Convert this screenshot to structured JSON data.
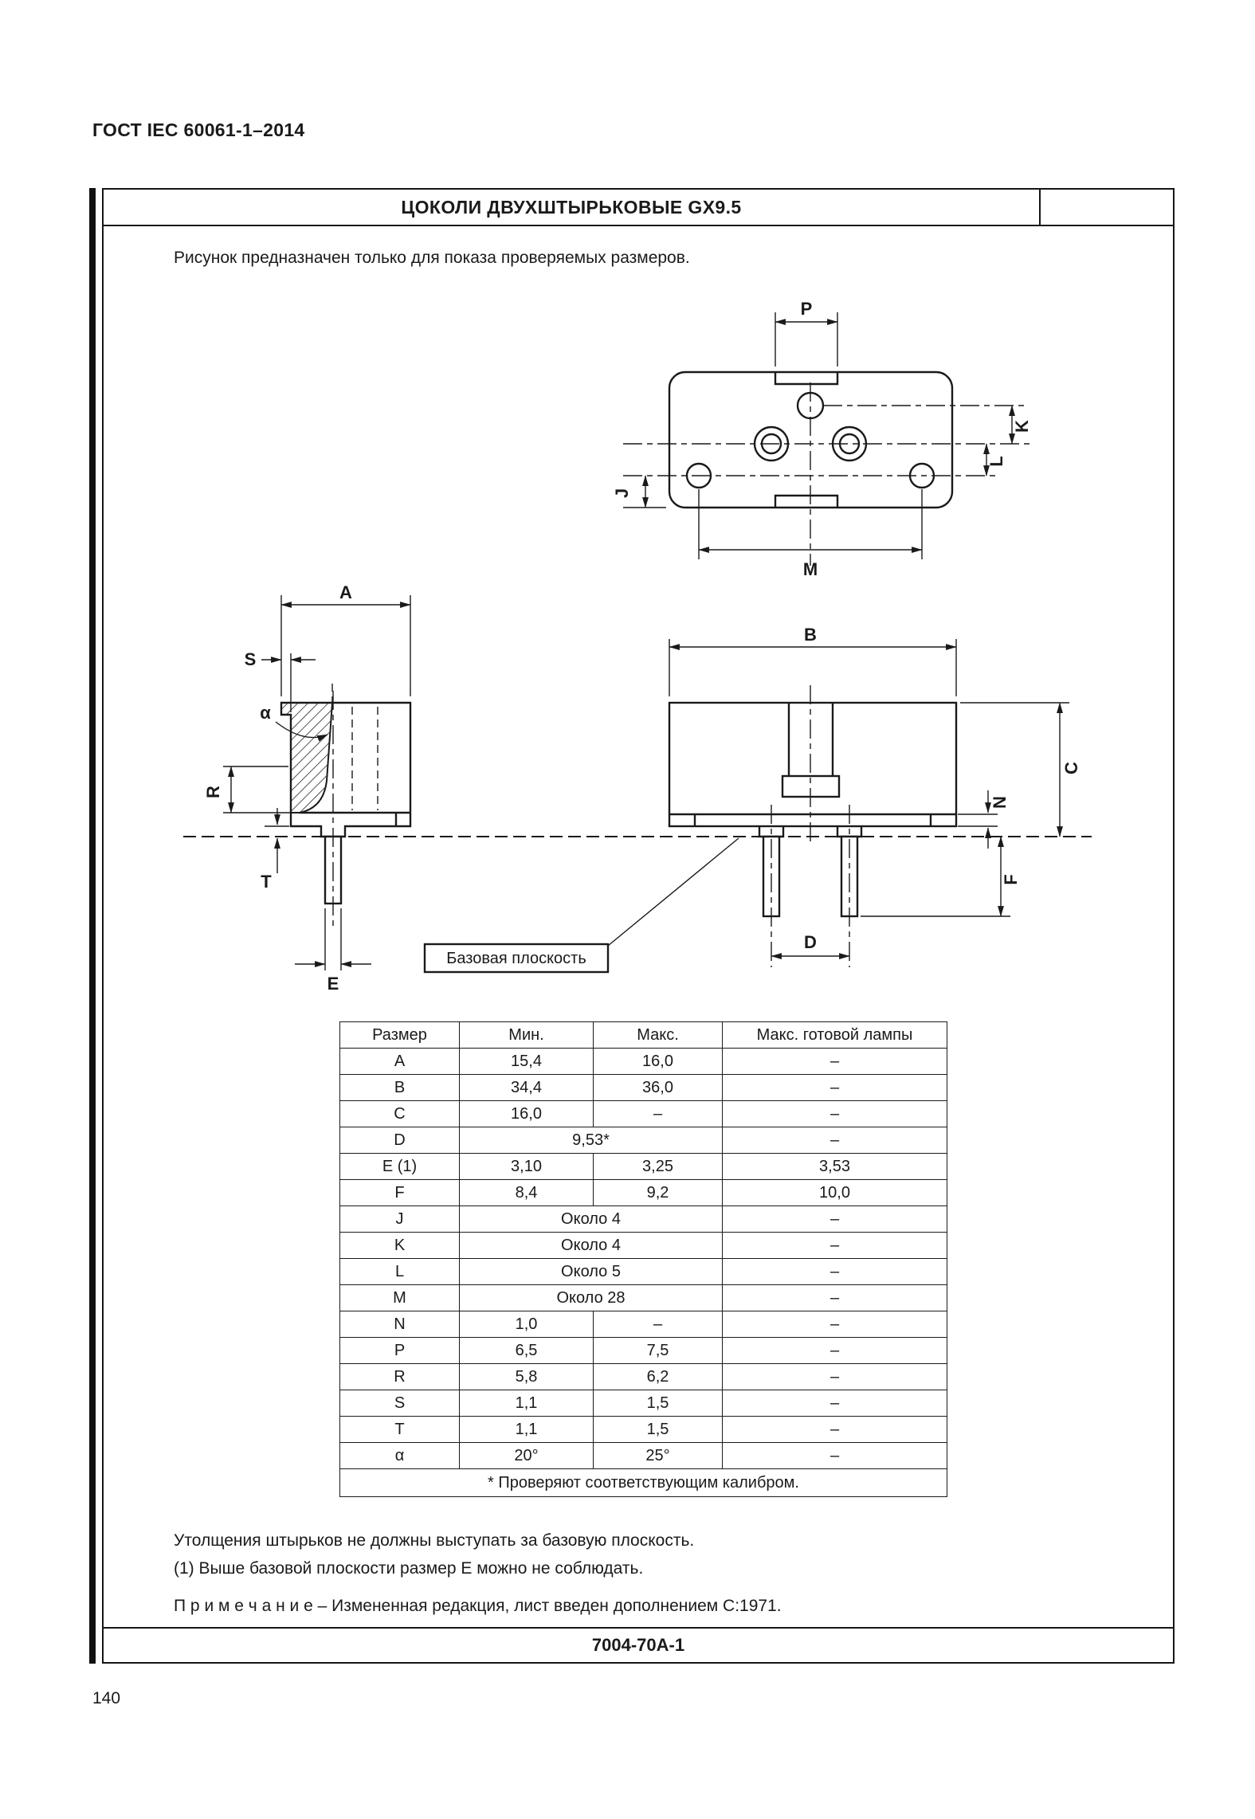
{
  "page": {
    "header": "ГОСТ IEC 60061-1–2014",
    "page_number": "140"
  },
  "sheet": {
    "title": "ЦОКОЛИ ДВУХШТЫРЬКОВЫЕ GX9.5",
    "intro": "Рисунок предназначен только для показа проверяемых размеров.",
    "baseline_label": "Базовая плоскость",
    "sheet_code": "7004-70A-1"
  },
  "dims": {
    "p": "P",
    "k": "K",
    "l": "L",
    "j": "J",
    "m": "M",
    "a": "A",
    "s": "S",
    "alpha": "α",
    "r": "R",
    "t": "T",
    "e": "E",
    "b": "B",
    "c": "C",
    "n": "N",
    "d": "D",
    "f": "F"
  },
  "table": {
    "headers": [
      "Размер",
      "Мин.",
      "Макс.",
      "Макс. готовой лампы"
    ],
    "rows": [
      [
        "A",
        "15,4",
        "16,0",
        "–"
      ],
      [
        "B",
        "34,4",
        "36,0",
        "–"
      ],
      [
        "C",
        "16,0",
        "–",
        "–"
      ],
      [
        "D",
        {
          "t": "9,53*",
          "span": 2
        },
        "–"
      ],
      [
        "E (1)",
        "3,10",
        "3,25",
        "3,53"
      ],
      [
        "F",
        "8,4",
        "9,2",
        "10,0"
      ],
      [
        "J",
        {
          "t": "Около 4",
          "span": 2
        },
        "–"
      ],
      [
        "K",
        {
          "t": "Около 4",
          "span": 2
        },
        "–"
      ],
      [
        "L",
        {
          "t": "Около 5",
          "span": 2
        },
        "–"
      ],
      [
        "M",
        {
          "t": "Около 28",
          "span": 2
        },
        "–"
      ],
      [
        "N",
        "1,0",
        "–",
        "–"
      ],
      [
        "P",
        "6,5",
        "7,5",
        "–"
      ],
      [
        "R",
        "5,8",
        "6,2",
        "–"
      ],
      [
        "S",
        "1,1",
        "1,5",
        "–"
      ],
      [
        "T",
        "1,1",
        "1,5",
        "–"
      ],
      [
        "α",
        "20°",
        "25°",
        "–"
      ]
    ],
    "footnote": "* Проверяют соответствующим калибром."
  },
  "notes": {
    "note1": "Утолщения штырьков не должны выступать за базовую плоскость.",
    "note2": "(1) Выше базовой плоскости размер E можно не соблюдать.",
    "note3": "П р и м е ч а н и е  – Измененная редакция, лист введен дополнением C:1971."
  }
}
